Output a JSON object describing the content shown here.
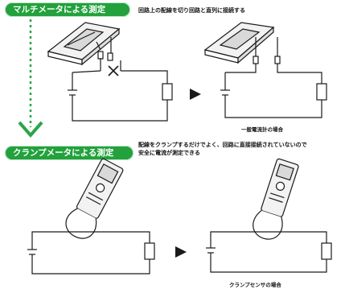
{
  "colors": {
    "banner": "#22a13c",
    "banner_edge": "#bfe6c6",
    "arrow": "#2aa646",
    "ink": "#1a1a1a",
    "meter_body": "#f2f2f2",
    "meter_screen": "#d9d9d9"
  },
  "section1": {
    "banner": "マルチメータによる測定",
    "note": "回路上の配線を切り回路と直列に接続する",
    "caption": "一般電流計の場合"
  },
  "section2": {
    "banner": "クランプメータによる測定",
    "note_line1": "配線をクランプするだけでよく、回路に直接接続されていないので",
    "note_line2": "安全に電流が測定できる",
    "caption": "クランプセンサの場合"
  },
  "icons": [
    "down-dotted-arrow-icon",
    "right-triangle-arrow-icon"
  ]
}
